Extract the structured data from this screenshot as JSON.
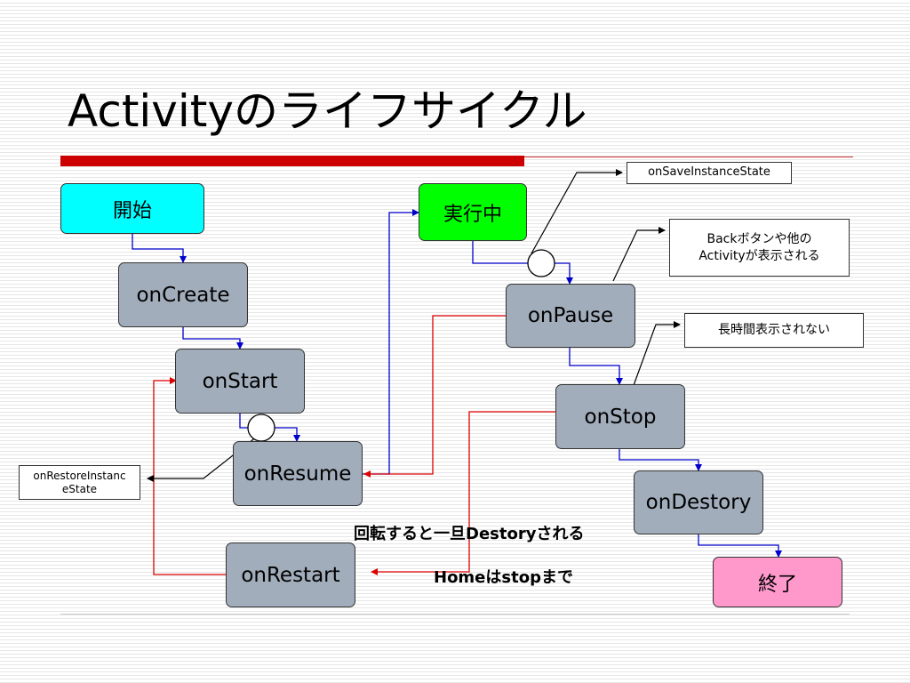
{
  "slide": {
    "title": "Activityのライフサイクル"
  },
  "nodes": {
    "start": "開始",
    "on_create": "onCreate",
    "on_start": "onStart",
    "on_resume": "onResume",
    "running": "実行中",
    "on_pause": "onPause",
    "on_stop": "onStop",
    "on_destroy": "onDestory",
    "on_restart": "onRestart",
    "end": "終了"
  },
  "callouts": {
    "save_instance_state": "onSaveInstanceState",
    "back_button_line1": "Backボタンや他の",
    "back_button_line2": "Activityが表示される",
    "not_visible": "長時間表示されない",
    "restore_line1": "onRestoreInstanc",
    "restore_line2": "eState"
  },
  "notes": {
    "rotation": "回転すると一旦Destoryされる",
    "home": "Homeはstopまで"
  },
  "colors": {
    "flow_arrow": "#0000cc",
    "return_arrow": "#dd0000",
    "node_fill": "#a2adbb",
    "start_fill": "#00ffff",
    "running_fill": "#00ff00",
    "end_fill": "#ff99cc",
    "accent_bar": "#cc0000"
  }
}
